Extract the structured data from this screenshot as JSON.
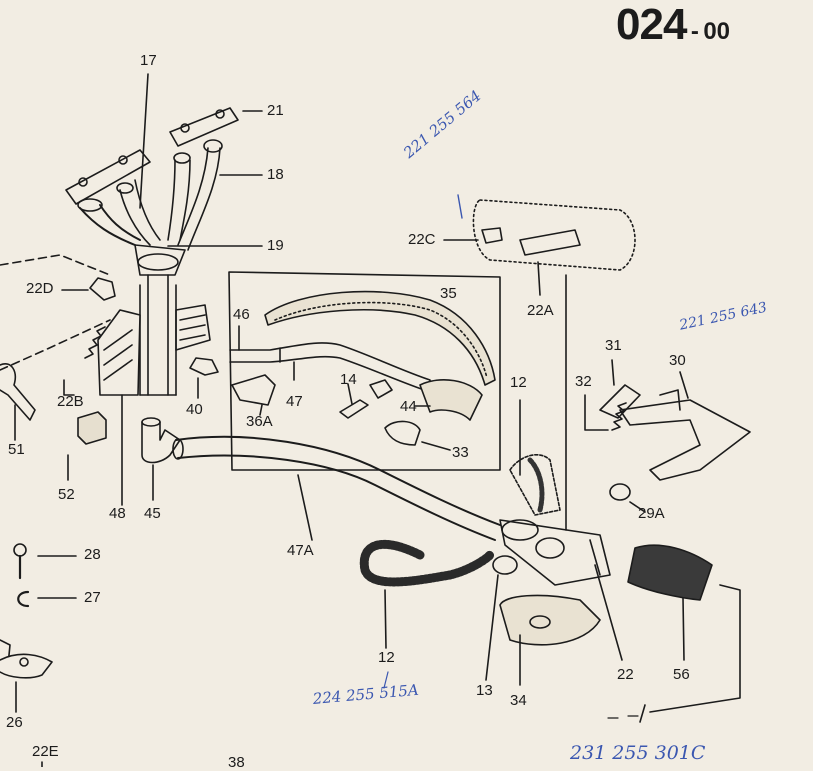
{
  "header": {
    "group": "024",
    "separator": "-",
    "sub": "00"
  },
  "labels": {
    "p17": "17",
    "p21": "21",
    "p18": "18",
    "p19": "19",
    "p22C": "22C",
    "p22D": "22D",
    "p22A": "22A",
    "p22B": "22B",
    "p35": "35",
    "p46": "46",
    "p47": "47",
    "p36A": "36A",
    "p14": "14",
    "p44": "44",
    "p33": "33",
    "p40": "40",
    "p12a": "12",
    "p32": "32",
    "p31": "31",
    "p30": "30",
    "p51": "51",
    "p52": "52",
    "p48": "48",
    "p45": "45",
    "p47A": "47A",
    "p29A": "29A",
    "p28": "28",
    "p27": "27",
    "p12b": "12",
    "p13": "13",
    "p34": "34",
    "p22": "22",
    "p56": "56",
    "p26": "26",
    "p22E": "22E",
    "p38": "38"
  },
  "handwritten": {
    "note1": "221 255 564",
    "note2": "221 255 643",
    "note3": "224 255 515A",
    "note4": "231 255 301C"
  }
}
